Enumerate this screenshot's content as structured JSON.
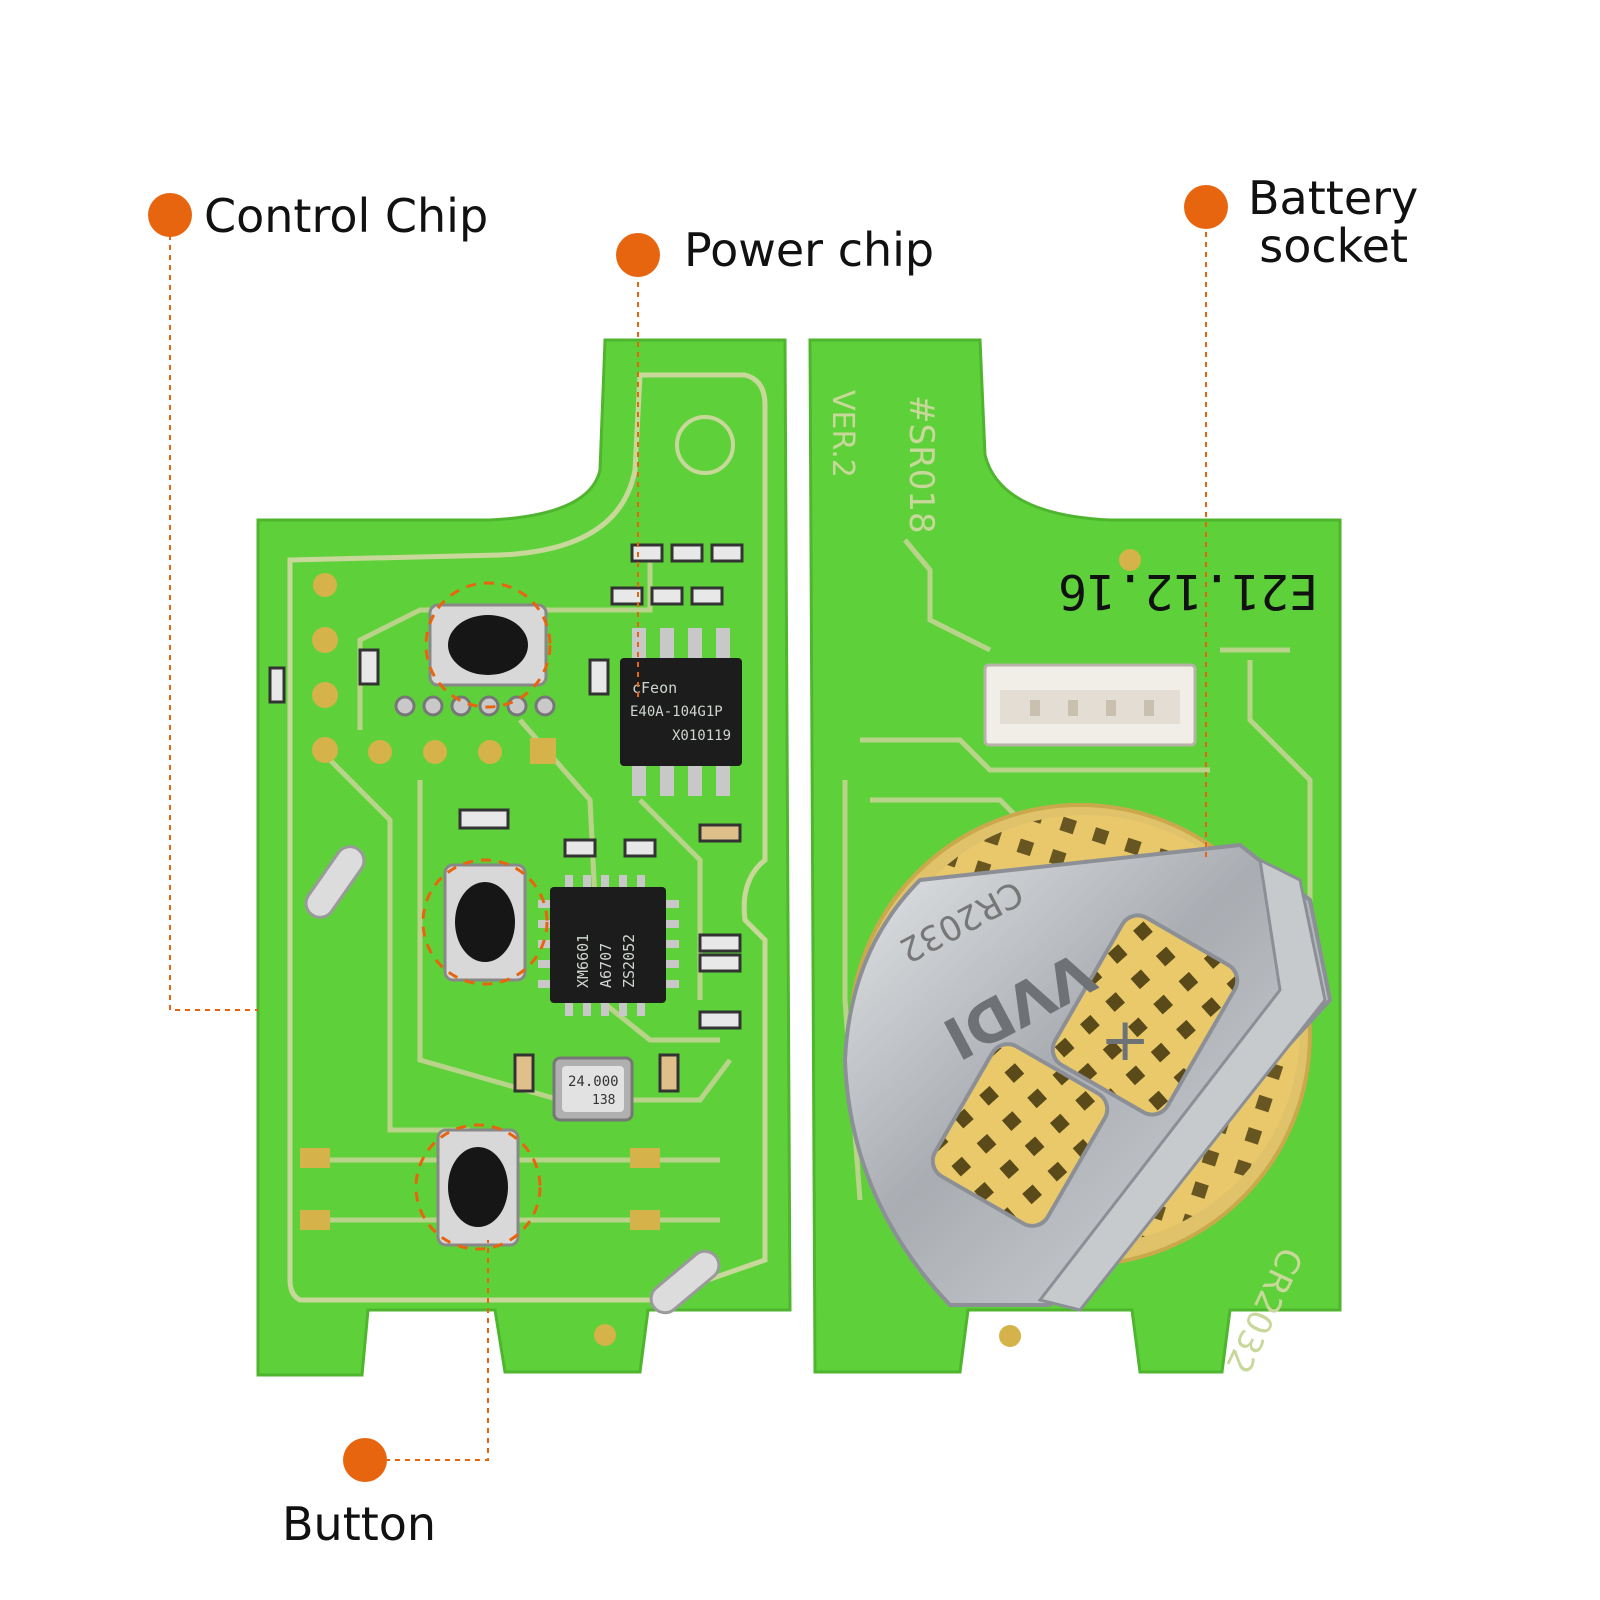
{
  "callouts": {
    "control_chip": "Control Chip",
    "power_chip": "Power chip",
    "battery_socket_line1": "Battery",
    "battery_socket_line2": "socket",
    "button": "Button"
  },
  "board_text": {
    "power_chip_brand": "cFeon",
    "power_chip_model": "E40A-104G1P",
    "power_chip_code": "X010119",
    "control_chip_line1": "XM6601",
    "control_chip_line2": "A6707",
    "control_chip_line3": "ZS2052",
    "crystal_freq": "24.000",
    "crystal_code": "138",
    "board_id": "#SR018",
    "board_version": "VER.2",
    "date_code": "E21.12.16",
    "battery_type_clip": "CR2032",
    "battery_brand": "VVDI",
    "battery_type_board": "CR2032",
    "polarity": "+"
  },
  "colors": {
    "marker": "#e8650f",
    "pcb": "#5ed13a",
    "trace": "#c8d89a",
    "copper": "#d6b24a",
    "chip": "#1c1c1c",
    "metal": "#b9bcc0"
  }
}
